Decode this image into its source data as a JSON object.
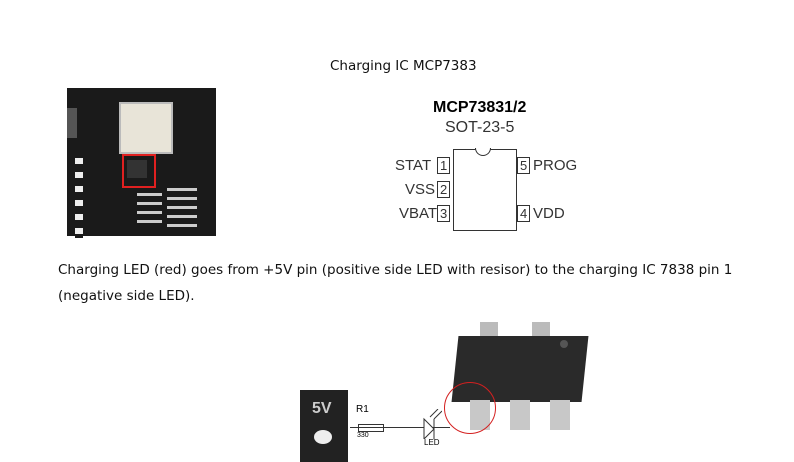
{
  "heading": "Charging IC MCP7383",
  "pinout": {
    "part": "MCP73831/2",
    "package": "SOT-23-5",
    "pins": [
      {
        "num": "1",
        "name": "STAT"
      },
      {
        "num": "2",
        "name": "VSS"
      },
      {
        "num": "3",
        "name": "VBAT"
      },
      {
        "num": "4",
        "name": "VDD"
      },
      {
        "num": "5",
        "name": "PROG"
      }
    ]
  },
  "paragraph_line1": "Charging LED (red) goes from +5V pin (positive side LED with resisor) to the charging IC 7838 pin 1",
  "paragraph_line2": "(negative side LED).",
  "schematic": {
    "board_label": "5V",
    "resistor": "R1",
    "resistor_value": "330",
    "led": "LED"
  },
  "colors": {
    "highlight": "#d42020",
    "pcb": "#1a1a1a"
  }
}
